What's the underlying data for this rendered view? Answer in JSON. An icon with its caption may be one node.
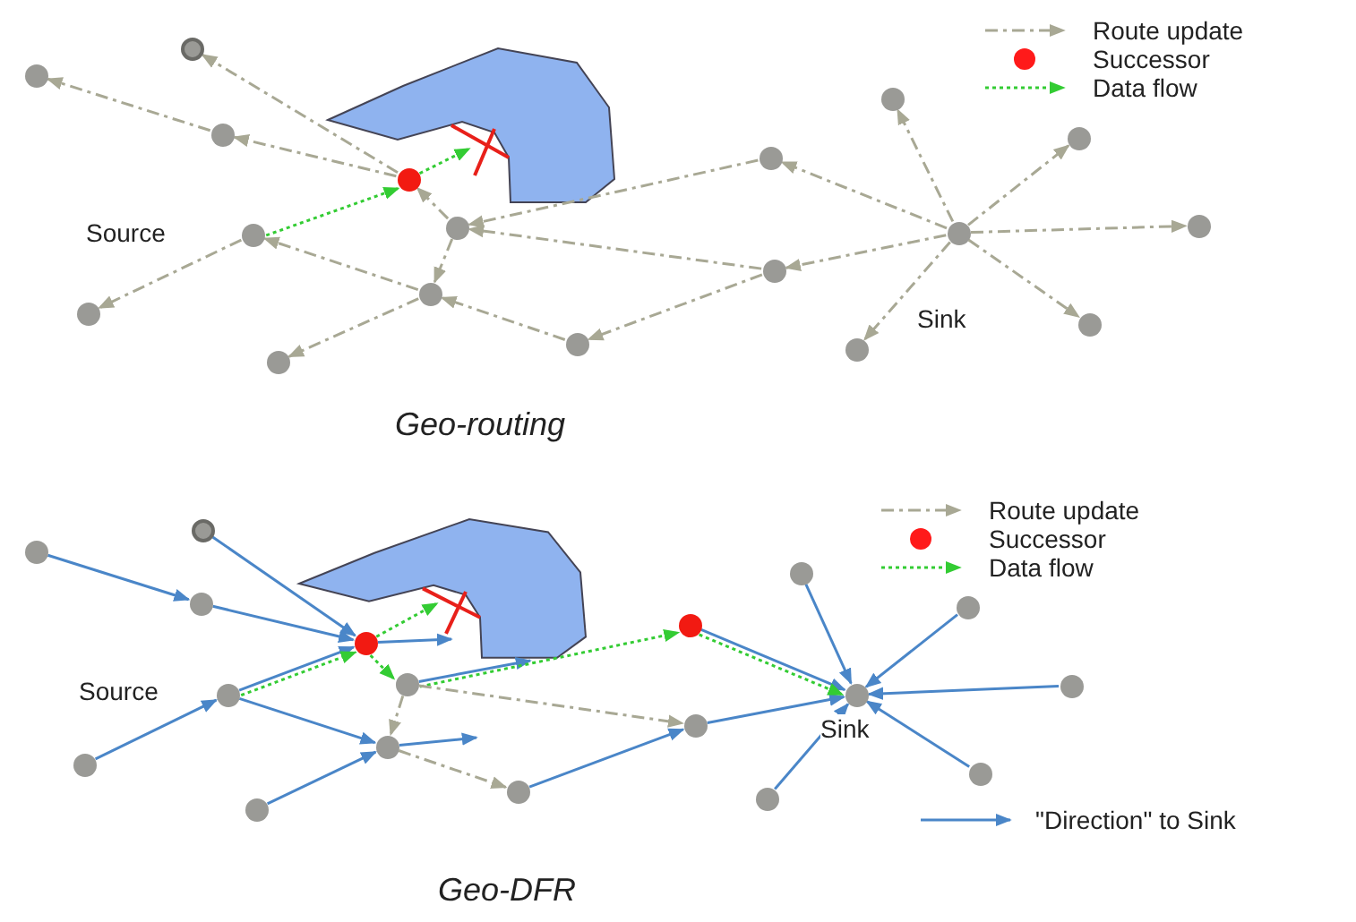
{
  "diagram": {
    "nodes": [
      {
        "text": [],
        "shape": "circle"
      },
      {
        "text": [],
        "shape": "circle"
      },
      {
        "text": [],
        "shape": "circle"
      },
      {
        "text": [],
        "shape": "circle"
      },
      {
        "text": [],
        "shape": "circle",
        "beside": [
          "Source"
        ]
      },
      {
        "text": [],
        "shape": "circle"
      },
      {
        "text": [],
        "shape": "circle"
      },
      {
        "text": [],
        "shape": "circle"
      },
      {
        "text": [],
        "shape": "circle"
      },
      {
        "text": [],
        "shape": "circle"
      },
      {
        "text": [],
        "shape": "circle"
      },
      {
        "text": [],
        "shape": "circle"
      },
      {
        "text": [],
        "shape": "circle"
      },
      {
        "text": [],
        "shape": "circle",
        "beside": [
          "Sink"
        ]
      },
      {
        "text": [],
        "shape": "circle"
      },
      {
        "text": [],
        "shape": "circle"
      },
      {
        "text": [],
        "shape": "circle"
      },
      {
        "text": [],
        "shape": "circle"
      },
      {
        "text": [],
        "shape": "circle"
      },
      {
        "text": [],
        "shape": "circle"
      },
      {
        "text": [],
        "shape": "circle"
      },
      {
        "text": [],
        "shape": "circle"
      },
      {
        "text": [],
        "shape": "circle",
        "beside": [
          "Source"
        ]
      },
      {
        "text": [],
        "shape": "circle"
      },
      {
        "text": [],
        "shape": "circle"
      },
      {
        "text": [],
        "shape": "circle"
      },
      {
        "text": [],
        "shape": "circle"
      },
      {
        "text": [],
        "shape": "circle"
      },
      {
        "text": [],
        "shape": "circle"
      },
      {
        "text": [],
        "shape": "circle"
      },
      {
        "text": [],
        "shape": "circle"
      },
      {
        "text": [],
        "shape": "circle",
        "beside": [
          "Sink"
        ]
      },
      {
        "text": [],
        "shape": "circle"
      },
      {
        "text": [],
        "shape": "circle"
      },
      {
        "text": [],
        "shape": "circle"
      },
      {
        "text": [],
        "shape": "circle"
      },
      {
        "text": [],
        "shape": "polygon"
      },
      {
        "text": [],
        "shape": "cross"
      },
      {
        "text": [],
        "shape": "polygon"
      },
      {
        "text": [],
        "shape": "cross"
      }
    ],
    "edges": [
      {
        "from": 13,
        "to": 12,
        "arrow": "to",
        "style": "dashed"
      },
      {
        "from": 13,
        "to": 14,
        "arrow": "to",
        "style": "dashed"
      },
      {
        "from": 13,
        "to": 15,
        "arrow": "to",
        "style": "dashed"
      },
      {
        "from": 13,
        "to": 17,
        "arrow": "to",
        "style": "dashed"
      },
      {
        "from": 13,
        "to": 16,
        "arrow": "to",
        "style": "dashed"
      },
      {
        "from": 13,
        "to": 10,
        "arrow": "to",
        "style": "dashed"
      },
      {
        "from": 13,
        "to": 11,
        "arrow": "to",
        "style": "dashed"
      },
      {
        "from": 11,
        "to": 6,
        "arrow": "to",
        "style": "dashed"
      },
      {
        "from": 11,
        "to": 9,
        "arrow": "to",
        "style": "dashed"
      },
      {
        "from": 10,
        "to": 6,
        "arrow": "to",
        "style": "dashed"
      },
      {
        "from": 6,
        "to": 7,
        "arrow": "to",
        "style": "dashed"
      },
      {
        "from": 6,
        "to": 3,
        "arrow": "to",
        "style": "dashed"
      },
      {
        "from": 3,
        "to": 2,
        "arrow": "to",
        "style": "dashed"
      },
      {
        "from": 2,
        "to": 1,
        "arrow": "to",
        "style": "dashed"
      },
      {
        "from": 3,
        "to": 0,
        "arrow": "to",
        "style": "dashed"
      },
      {
        "from": 4,
        "to": 5,
        "arrow": "to",
        "style": "dashed"
      },
      {
        "from": 7,
        "to": 4,
        "arrow": "to",
        "style": "dashed"
      },
      {
        "from": 9,
        "to": 7,
        "arrow": "to",
        "style": "dashed"
      },
      {
        "from": 7,
        "to": 8,
        "arrow": "to",
        "style": "dashed"
      },
      {
        "from": 4,
        "to": 3,
        "arrow": "to",
        "style": "dashed",
        "color": "#33cc33"
      },
      {
        "from": 3,
        "to": 37,
        "arrow": "to",
        "style": "dashed",
        "color": "#33cc33"
      },
      {
        "from": 19,
        "to": 20,
        "arrow": "to",
        "color": "#4a86c8"
      },
      {
        "from": 20,
        "to": 21,
        "arrow": "to",
        "color": "#4a86c8"
      },
      {
        "from": 18,
        "to": 21,
        "arrow": "to",
        "color": "#4a86c8"
      },
      {
        "from": 22,
        "to": 21,
        "arrow": "to",
        "color": "#4a86c8"
      },
      {
        "from": 24,
        "to": 22,
        "arrow": "to",
        "color": "#4a86c8"
      },
      {
        "from": 22,
        "to": 25,
        "arrow": "to",
        "color": "#4a86c8"
      },
      {
        "from": 26,
        "to": 25,
        "arrow": "to",
        "color": "#4a86c8"
      },
      {
        "from": 25,
        "to": null,
        "arrow": "to",
        "color": "#4a86c8"
      },
      {
        "from": 23,
        "to": 38,
        "arrow": "to",
        "color": "#4a86c8"
      },
      {
        "from": 21,
        "to": 38,
        "arrow": "to",
        "color": "#4a86c8"
      },
      {
        "from": 27,
        "to": 33,
        "arrow": "to",
        "color": "#4a86c8"
      },
      {
        "from": 33,
        "to": 31,
        "arrow": "to",
        "color": "#4a86c8"
      },
      {
        "from": 30,
        "to": 31,
        "arrow": "to",
        "color": "#4a86c8"
      },
      {
        "from": 28,
        "to": 31,
        "arrow": "to",
        "color": "#4a86c8"
      },
      {
        "from": 29,
        "to": 31,
        "arrow": "to",
        "color": "#4a86c8"
      },
      {
        "from": 32,
        "to": 31,
        "arrow": "to",
        "color": "#4a86c8"
      },
      {
        "from": 35,
        "to": 31,
        "arrow": "to",
        "color": "#4a86c8"
      },
      {
        "from": 34,
        "to": 31,
        "arrow": "to",
        "color": "#4a86c8"
      },
      {
        "from": 22,
        "to": 21,
        "arrow": "to",
        "style": "dashed",
        "color": "#33cc33"
      },
      {
        "from": 21,
        "to": 39,
        "arrow": "to",
        "style": "dashed",
        "color": "#33cc33"
      },
      {
        "from": 21,
        "to": 23,
        "arrow": "to",
        "style": "dashed",
        "color": "#33cc33"
      },
      {
        "from": 23,
        "to": 30,
        "arrow": "to",
        "style": "dashed",
        "color": "#33cc33"
      },
      {
        "from": 30,
        "to": 31,
        "arrow": "to",
        "style": "dashed",
        "color": "#33cc33"
      },
      {
        "from": 23,
        "to": 25,
        "arrow": "to",
        "style": "dashed"
      },
      {
        "from": 23,
        "to": 33,
        "arrow": "to",
        "style": "dashed"
      },
      {
        "from": 25,
        "to": 27,
        "arrow": "to",
        "style": "dashed"
      }
    ],
    "labels": [
      "Geo-routing",
      "Geo-DFR"
    ],
    "legend": [
      {
        "text": "Route update"
      },
      {
        "text": "Successor",
        "color": "#ff1a1a"
      },
      {
        "text": "Data flow"
      },
      {
        "text": "Route update"
      },
      {
        "text": "Successor",
        "color": "#ff1a1a"
      },
      {
        "text": "Data flow"
      },
      {
        "text": "\"Direction\" to Sink"
      }
    ]
  }
}
